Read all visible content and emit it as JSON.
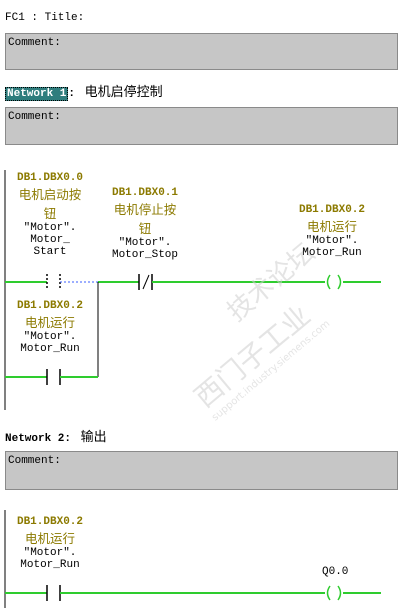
{
  "header": {
    "block_title": "FC1 : Title:"
  },
  "comment_label": "Comment:",
  "network1": {
    "label": "Network 1",
    "title": "电机启停控制",
    "contacts": {
      "start": {
        "address": "DB1.DBX0.0",
        "symbol_line1": "电机启动按",
        "symbol_line2": "钮",
        "db": "\"Motor\".",
        "name1": "Motor_",
        "name2": "Start"
      },
      "stop": {
        "address": "DB1.DBX0.1",
        "symbol_line1": "电机停止按",
        "symbol_line2": "钮",
        "db": "\"Motor\".",
        "name": "Motor_Stop"
      },
      "run_coil": {
        "address": "DB1.DBX0.2",
        "symbol": "电机运行",
        "db": "\"Motor\".",
        "name": "Motor_Run"
      },
      "run_seal": {
        "address": "DB1.DBX0.2",
        "symbol": "电机运行",
        "db": "\"Motor\".",
        "name": "Motor_Run"
      }
    }
  },
  "network2": {
    "label": "Network 2",
    "title": "输出",
    "contacts": {
      "run": {
        "address": "DB1.DBX0.2",
        "symbol": "电机运行",
        "db": "\"Motor\".",
        "name": "Motor_Run"
      },
      "output": {
        "address": "Q0.0"
      }
    }
  },
  "watermark": {
    "line1": "西门子工业",
    "line2": "技术论坛",
    "line3": "support.industry.siemens.com"
  },
  "colors": {
    "comment_bg": "#c6c6c6",
    "address_color": "#8c7a00",
    "rung_color": "#2ecc2e",
    "network_highlight": "#2e7d7d"
  }
}
